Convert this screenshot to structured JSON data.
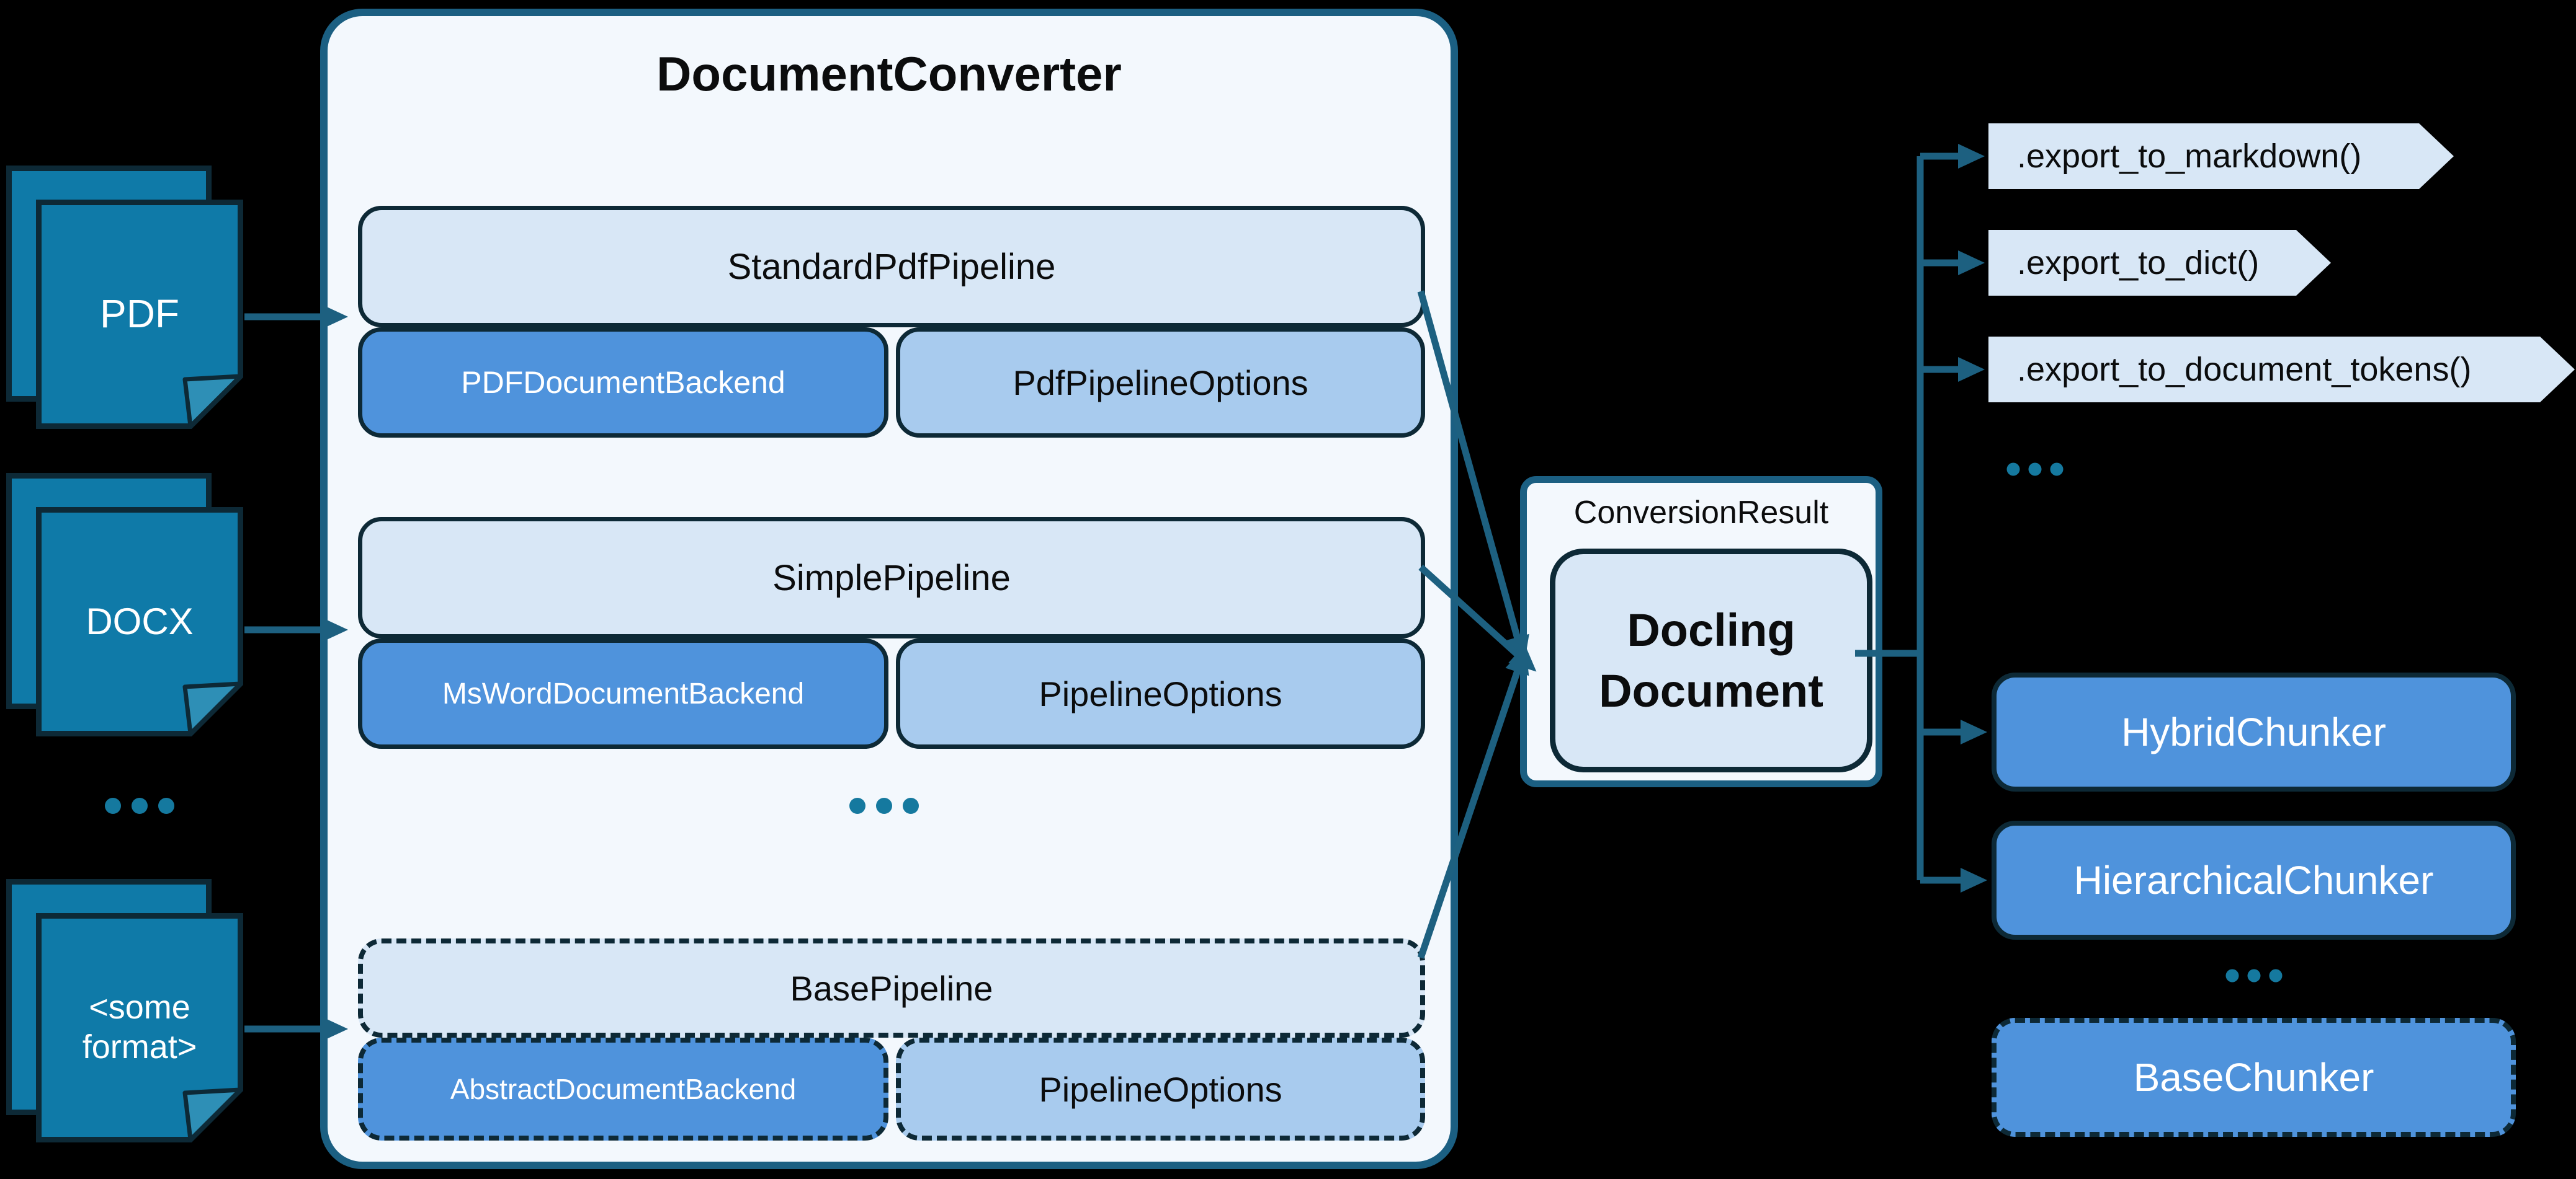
{
  "colors": {
    "background": "#000000",
    "converter_border": "#1b5f82",
    "converter_bg": "#f3f8fd",
    "panel_light_blue": "#d8e7f6",
    "backend_blue": "#4f93dc",
    "options_blue": "#a8cbee",
    "box_border_dark": "#0d2936",
    "document_teal": "#0f7aa8",
    "document_fold": "#2e8fb6",
    "arrow_teal": "#1d6080",
    "dots_teal": "#15799f",
    "text_dark": "#0b0c0d",
    "text_white": "#ffffff"
  },
  "inputs": {
    "docs": [
      {
        "label": "PDF"
      },
      {
        "label": "DOCX"
      },
      {
        "label": "<some format>"
      }
    ],
    "ellipsis": "..."
  },
  "converter": {
    "title": "DocumentConverter",
    "pipelines": [
      {
        "name": "StandardPdfPipeline",
        "backend": "PDFDocumentBackend",
        "options": "PdfPipelineOptions",
        "style": "solid"
      },
      {
        "name": "SimplePipeline",
        "backend": "MsWordDocumentBackend",
        "options": "PipelineOptions",
        "style": "solid"
      },
      {
        "name": "BasePipeline",
        "backend": "AbstractDocumentBackend",
        "options": "PipelineOptions",
        "style": "dashed"
      }
    ],
    "ellipsis": "..."
  },
  "result": {
    "title": "ConversionResult",
    "document": "Docling Document"
  },
  "exports": {
    "methods": [
      ".export_to_markdown()",
      ".export_to_dict()",
      ".export_to_document_tokens()"
    ],
    "ellipsis": "..."
  },
  "chunkers": {
    "items": [
      {
        "label": "HybridChunker",
        "style": "solid"
      },
      {
        "label": "HierarchicalChunker",
        "style": "solid"
      },
      {
        "label": "BaseChunker",
        "style": "dashed"
      }
    ],
    "ellipsis": "..."
  }
}
